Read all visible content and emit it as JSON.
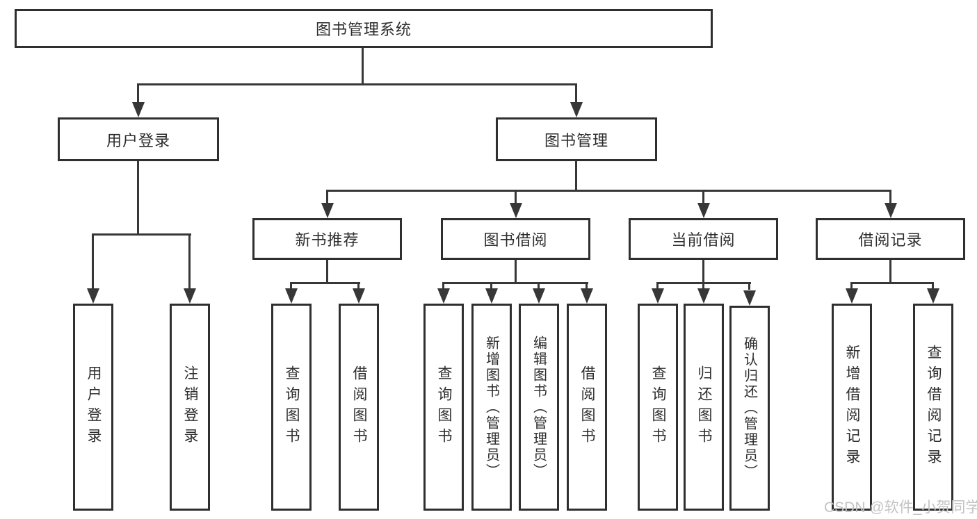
{
  "tree": {
    "root": {
      "label": "图书管理系统"
    },
    "children": [
      {
        "label": "用户登录",
        "children": [
          {
            "label": "用户登录"
          },
          {
            "label": "注销登录"
          }
        ]
      },
      {
        "label": "图书管理",
        "children": [
          {
            "label": "新书推荐",
            "children": [
              {
                "label": "查询图书"
              },
              {
                "label": "借阅图书"
              }
            ]
          },
          {
            "label": "图书借阅",
            "children": [
              {
                "label": "查询图书"
              },
              {
                "label": "新增图书（管理员）"
              },
              {
                "label": "编辑图书（管理员）"
              },
              {
                "label": "借阅图书"
              }
            ]
          },
          {
            "label": "当前借阅",
            "children": [
              {
                "label": "查询图书"
              },
              {
                "label": "归还图书"
              },
              {
                "label": "确认归还（管理员）"
              }
            ]
          },
          {
            "label": "借阅记录",
            "children": [
              {
                "label": "新增借阅记录"
              },
              {
                "label": "查询借阅记录"
              }
            ]
          }
        ]
      }
    ]
  },
  "watermark": {
    "text": "CSDN @软件_小贺同学"
  },
  "colors": {
    "line": "#373737",
    "border": "#2f2f2f",
    "text": "#2d2d2d",
    "watermark": "#c3c3c3"
  }
}
